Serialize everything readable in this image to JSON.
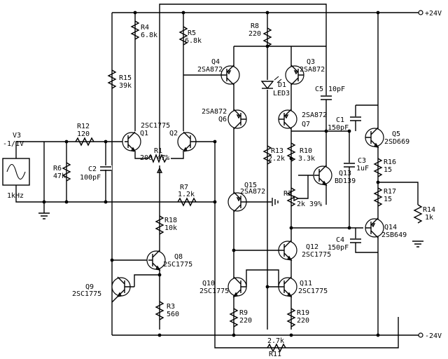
{
  "rails": {
    "pos": "+24V",
    "neg": "-24V"
  },
  "source": {
    "name": "V3",
    "ampl": "-1/1V",
    "freq": "1kHz"
  },
  "resistors": {
    "R4": {
      "name": "R4",
      "value": "6.8k"
    },
    "R5": {
      "name": "R5",
      "value": "6.8k"
    },
    "R8": {
      "name": "R8",
      "value": "220"
    },
    "R15": {
      "name": "R15",
      "value": "39k"
    },
    "R12": {
      "name": "R12",
      "value": "120"
    },
    "R6": {
      "name": "R6",
      "value": "47k"
    },
    "R1": {
      "name": "R1",
      "value": "200 47%"
    },
    "R7": {
      "name": "R7",
      "value": "1.2k"
    },
    "R18": {
      "name": "R18",
      "value": "10k"
    },
    "R3": {
      "name": "R3",
      "value": "560"
    },
    "R13": {
      "name": "R13",
      "value": "2.2k"
    },
    "R10": {
      "name": "R10",
      "value": "3.3k"
    },
    "R2": {
      "name": "R2",
      "value": "2k 39%"
    },
    "R16": {
      "name": "R16",
      "value": "15"
    },
    "R17": {
      "name": "R17",
      "value": "15"
    },
    "R14": {
      "name": "R14",
      "value": "1k"
    },
    "R9": {
      "name": "R9",
      "value": "220"
    },
    "R19": {
      "name": "R19",
      "value": "220"
    },
    "R11": {
      "name": "R11",
      "value": "2.7k"
    }
  },
  "capacitors": {
    "C2": {
      "name": "C2",
      "value": "100pF"
    },
    "C5": {
      "name": "C5",
      "value": "10pF"
    },
    "C1": {
      "name": "C1",
      "value": "150pF"
    },
    "C3": {
      "name": "C3",
      "value": "1uF"
    },
    "C4": {
      "name": "C4",
      "value": "150pF"
    }
  },
  "diode": {
    "name": "D1",
    "part": "LED3"
  },
  "transistors": {
    "Q1": {
      "name": "Q1",
      "part": "2SC1775"
    },
    "Q2": {
      "name": "Q2"
    },
    "Q3": {
      "name": "Q3",
      "part": "2SA872"
    },
    "Q4": {
      "name": "Q4",
      "part": "2SA872"
    },
    "Q5": {
      "name": "Q5",
      "part": "2SD669"
    },
    "Q6": {
      "name": "Q6",
      "part": "2SA872"
    },
    "Q7": {
      "name": "Q7",
      "part": "2SA872"
    },
    "Q8": {
      "name": "Q8",
      "part": "2SC1775"
    },
    "Q9": {
      "name": "Q9",
      "part": "2SC1775"
    },
    "Q10": {
      "name": "Q10",
      "part": "2SC1775"
    },
    "Q11": {
      "name": "Q11",
      "part": "2SC1775"
    },
    "Q12": {
      "name": "Q12",
      "part": "2SC1775"
    },
    "Q13": {
      "name": "Q13",
      "part": "BD139"
    },
    "Q14": {
      "name": "Q14",
      "part": "2SB649"
    },
    "Q15": {
      "name": "Q15",
      "part": "2SA872"
    }
  }
}
